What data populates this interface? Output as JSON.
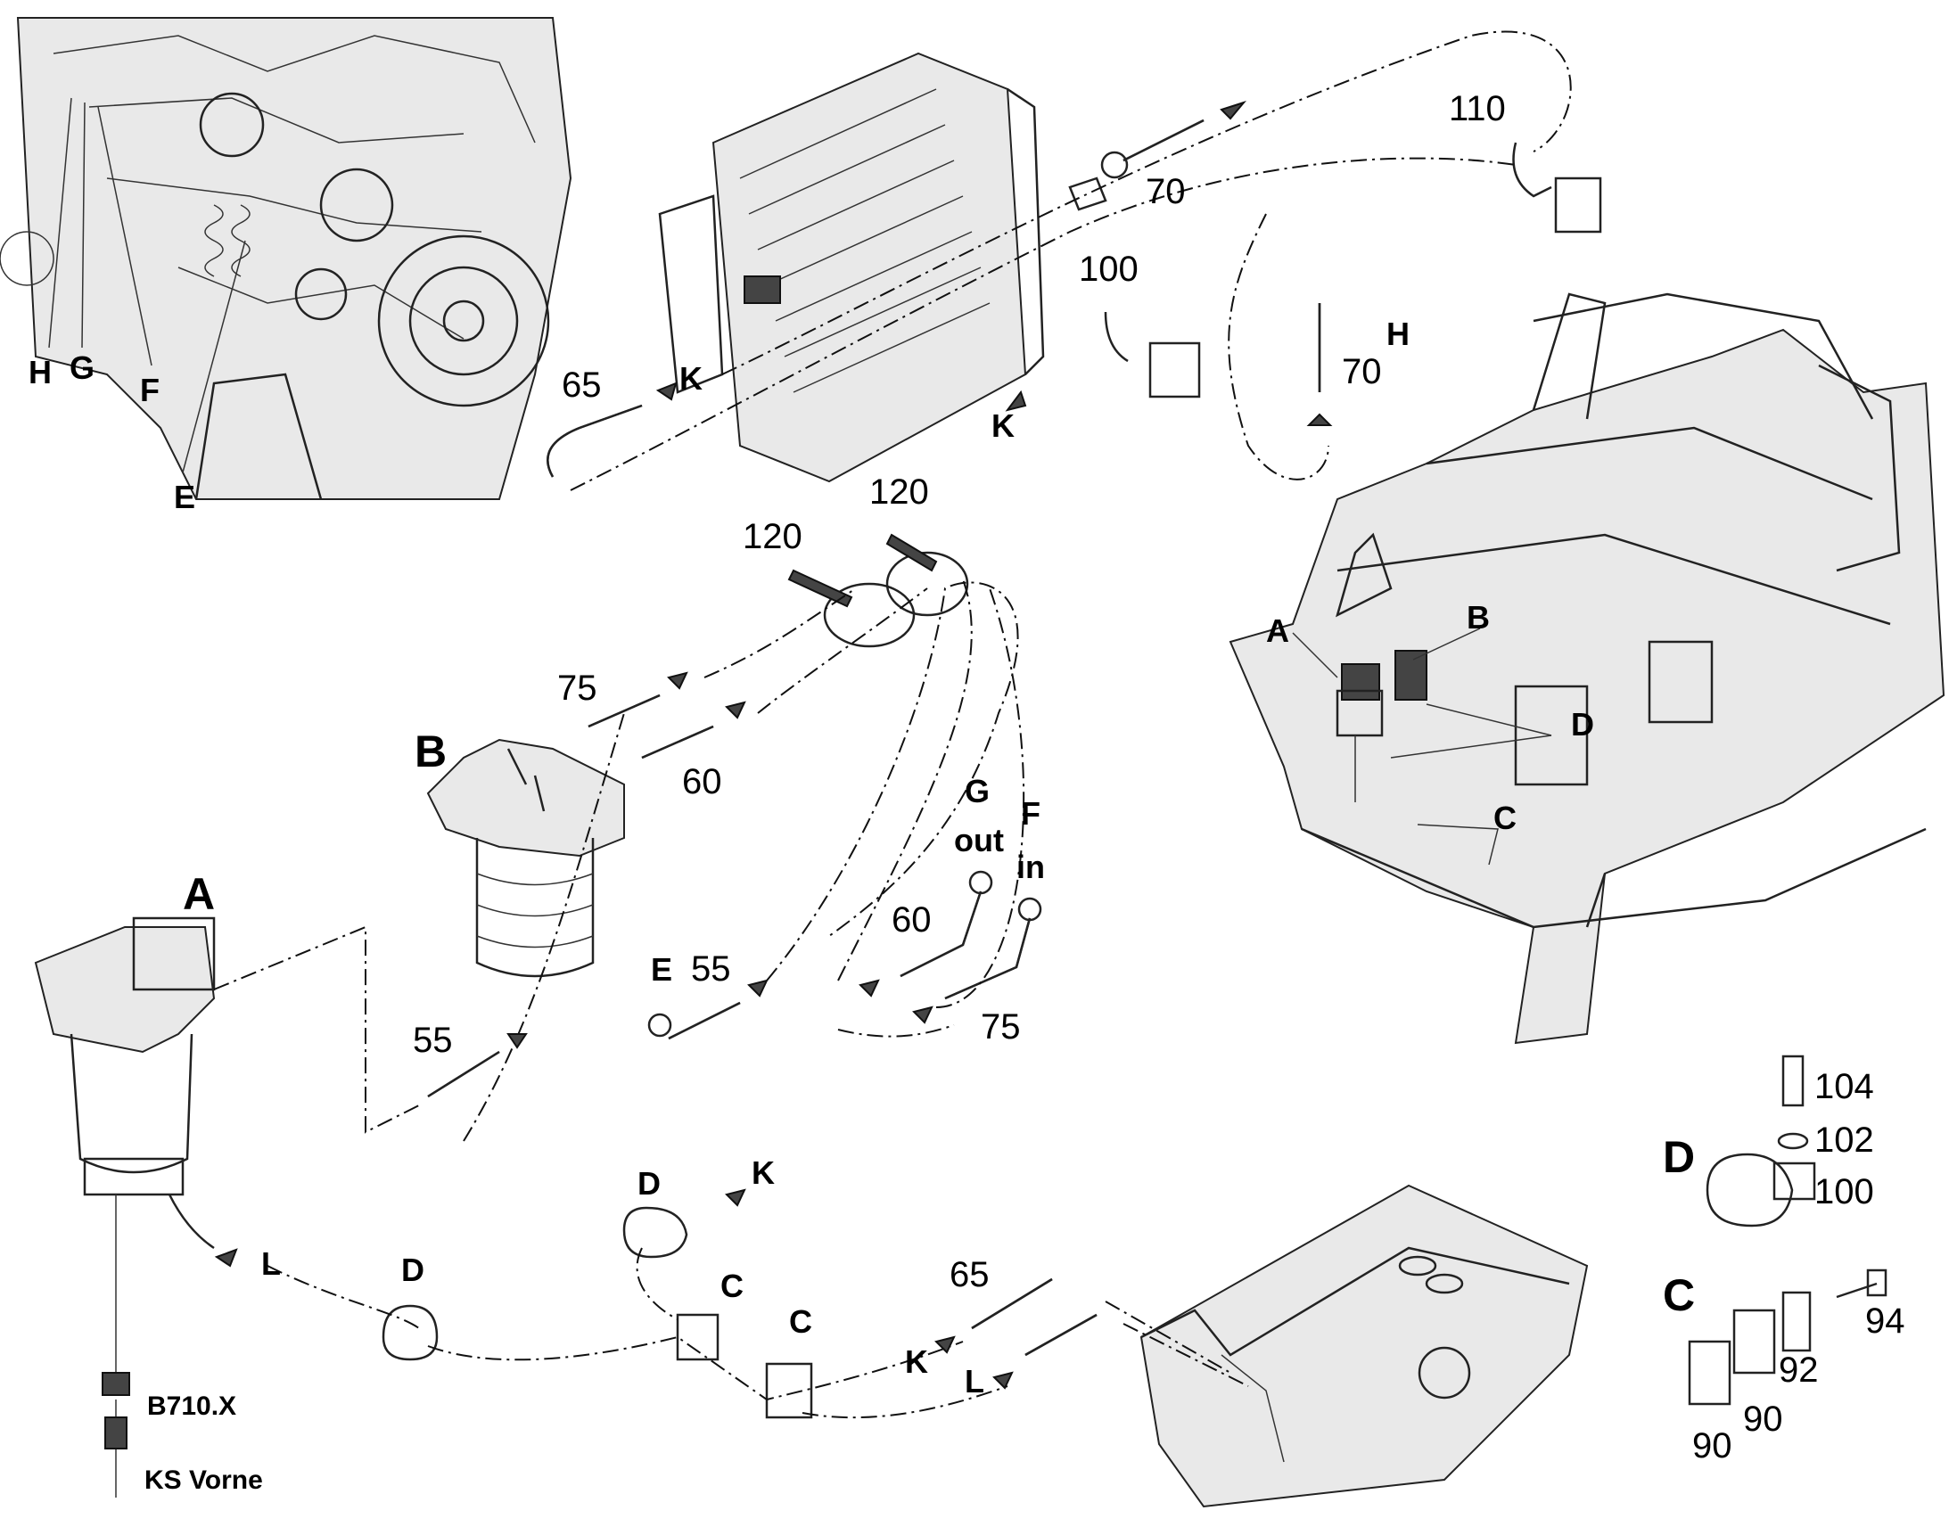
{
  "labels": {
    "n65_top": "65",
    "k_top_left": "K",
    "n70_top": "70",
    "n100_top": "100",
    "k_mid": "K",
    "n110": "110",
    "h_right": "H",
    "n70_right": "70",
    "h_engine": "H",
    "g_engine": "G",
    "f_engine": "F",
    "e_engine": "E",
    "n120_a": "120",
    "n120_b": "120",
    "n75_mid": "75",
    "n60_mid": "60",
    "b_big": "B",
    "a_big": "A",
    "g_out_letter": "G",
    "out_text": "out",
    "f_in_letter": "F",
    "in_text": "in",
    "n60_right": "60",
    "e_lower": "E",
    "n55_lower": "55",
    "n75_lower": "75",
    "n55_left": "55",
    "frame_a": "A",
    "frame_b": "B",
    "frame_d": "D",
    "frame_c": "C",
    "n104": "104",
    "n102": "102",
    "d_detail": "D",
    "n100_detail": "100",
    "c_detail": "C",
    "n94": "94",
    "n92": "92",
    "n90_a": "90",
    "n90_b": "90",
    "d_bottom_a": "D",
    "k_bottom_a": "K",
    "l_bottom_a": "L",
    "d_bottom_b": "D",
    "c_bottom_a": "C",
    "c_bottom_b": "C",
    "n65_bottom": "65",
    "k_bottom_b": "K",
    "l_bottom_b": "L",
    "b710": "B710.X",
    "ks_vorne": "KS Vorne"
  }
}
